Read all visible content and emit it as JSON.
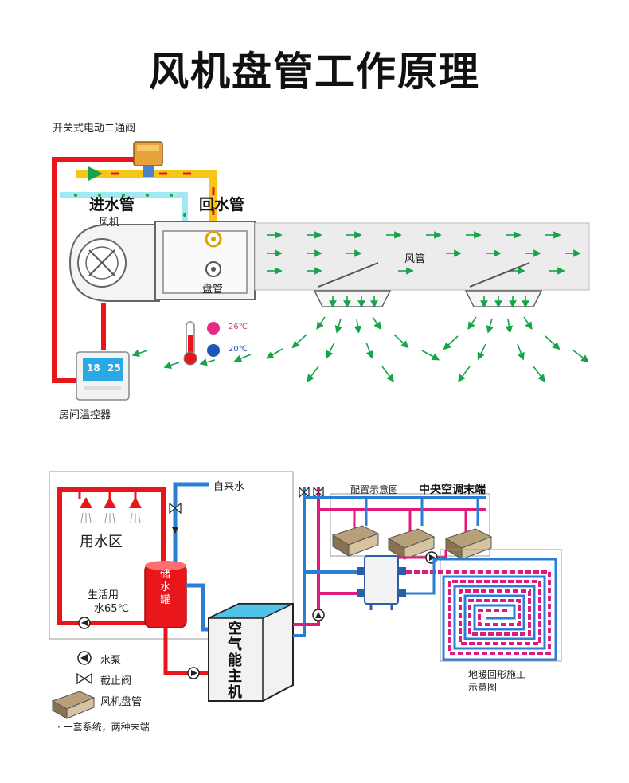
{
  "title": "风机盘管工作原理",
  "top_diagram": {
    "valve_label": "开关式电动二通阀",
    "supply_label": "进水管",
    "return_label": "回水管",
    "fan_label": "风机",
    "coil_label": "盘管",
    "duct_label": "风管",
    "hot_temp": "26℃",
    "cool_temp": "20℃",
    "thermostat_label": "房间温控器",
    "thermostat_display_left": "18",
    "thermostat_display_right": "25",
    "colors": {
      "hot_pipe": "#e8151b",
      "supply_pipe": "#f5c518",
      "return_pipe": "#9fe8f4",
      "duct": "#ececec",
      "air_arrow": "#17a34a"
    }
  },
  "bottom_diagram": {
    "tap_water_label": "自来水",
    "use_zone_label": "用水区",
    "domestic_line1": "生活用",
    "domestic_line2": "水65℃",
    "tank_label": "储水罐",
    "heat_pump_label": "空气能主机",
    "config_label": "配置示意图",
    "terminal_label": "中央空调末端",
    "floor_heat_line1": "地暖回形施工",
    "floor_heat_line2": "示意图",
    "legend": [
      {
        "icon": "pump-icon",
        "label": "水泵"
      },
      {
        "icon": "stop-valve-icon",
        "label": "截止阀"
      },
      {
        "icon": "fan-coil-icon",
        "label": "风机盘管"
      }
    ],
    "footnote": "· 一套系统，两种末端",
    "colors": {
      "hot_pipe": "#e8151b",
      "cold_pipe": "#2a7fd4",
      "magenta_pipe": "#e2197c",
      "water_top": "#4fc3e8"
    }
  }
}
